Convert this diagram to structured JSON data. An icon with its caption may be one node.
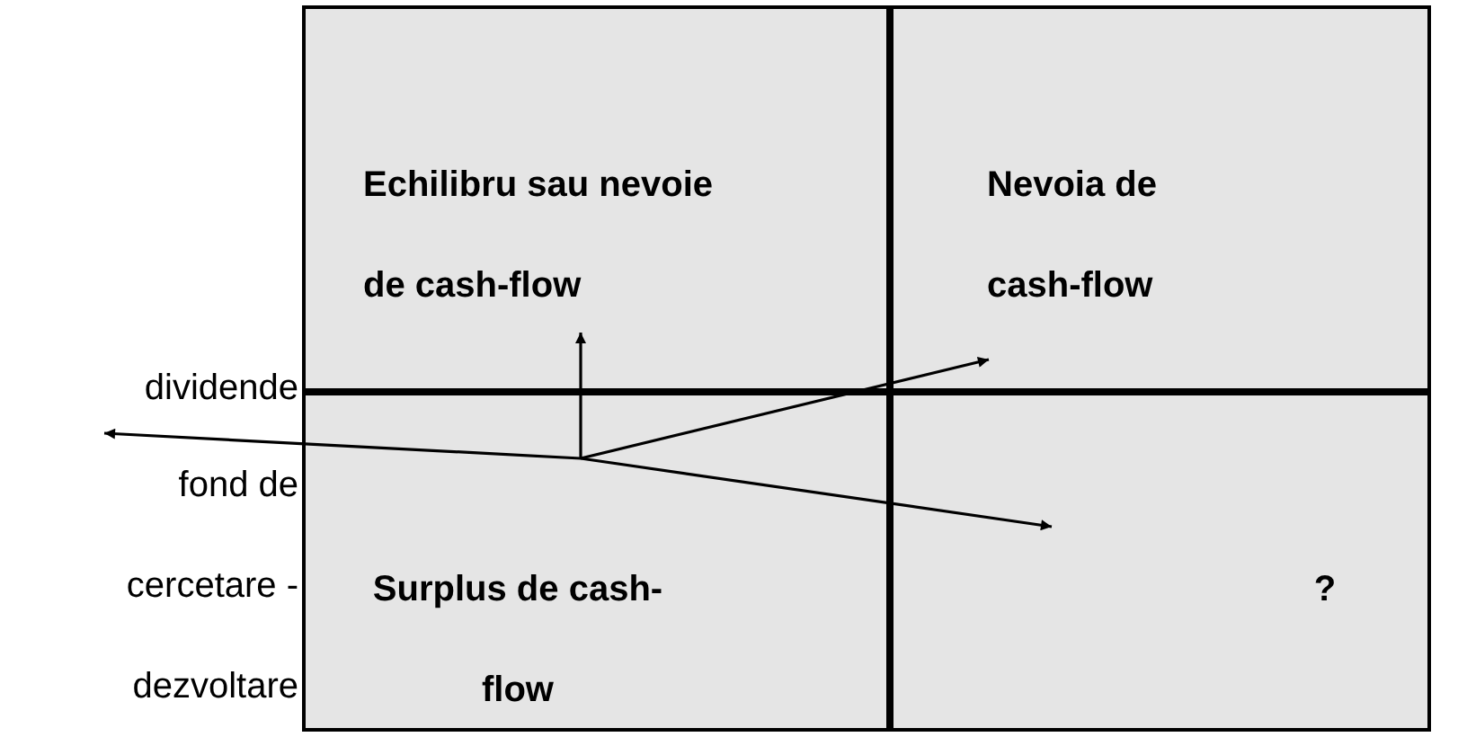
{
  "diagram": {
    "nodes": [
      {
        "text": [
          "Echilibru sau nevoie de cash-flow"
        ]
      },
      {
        "text": [
          "Nevoia de cash-flow"
        ]
      },
      {
        "text": [
          "Surplus de cash-flow"
        ]
      },
      {
        "text": [
          "?"
        ]
      },
      {
        "text": [
          "dividende",
          "fond de cercetare - dezvoltare"
        ]
      }
    ],
    "edges": [
      {
        "from": 2,
        "to": 4,
        "arrow": "to"
      },
      {
        "from": 2,
        "to": 0,
        "arrow": "to"
      },
      {
        "from": 2,
        "to": 1,
        "arrow": "to"
      },
      {
        "from": 2,
        "to": 3,
        "arrow": "to"
      }
    ]
  }
}
